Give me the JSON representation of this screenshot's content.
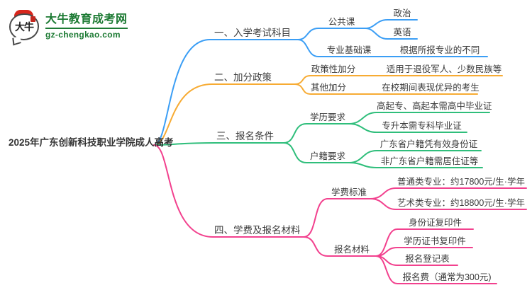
{
  "site": {
    "logo_glyph": "大牛",
    "name": "大牛教育成考网",
    "domain": "gz-chengkao.com",
    "brand_green": "#1c7a33",
    "brand_red": "#d8261c"
  },
  "mindmap": {
    "root": {
      "label": "2025年广东创新科技职业学院成人高考"
    },
    "branches": [
      {
        "label": "一、入学考试科目",
        "color": "#3b9ef5",
        "children": [
          {
            "label": "公共课",
            "children": [
              {
                "label": "政治"
              },
              {
                "label": "英语"
              }
            ]
          },
          {
            "label": "专业基础课",
            "children": [
              {
                "label": "根据所报专业的不同"
              }
            ]
          }
        ]
      },
      {
        "label": "二、加分政策",
        "color": "#f7ab33",
        "children": [
          {
            "label": "政策性加分",
            "children": [
              {
                "label": "适用于退役军人、少数民族等"
              }
            ]
          },
          {
            "label": "其他加分",
            "children": [
              {
                "label": "在校期间表现优异的考生"
              }
            ]
          }
        ]
      },
      {
        "label": "三、报名条件",
        "color": "#2fbe7b",
        "children": [
          {
            "label": "学历要求",
            "children": [
              {
                "label": "高起专、高起本需高中毕业证"
              },
              {
                "label": "专升本需专科毕业证"
              }
            ]
          },
          {
            "label": "户籍要求",
            "children": [
              {
                "label": "广东省户籍凭有效身份证"
              },
              {
                "label": "非广东省户籍需居住证等"
              }
            ]
          }
        ]
      },
      {
        "label": "四、学费及报名材料",
        "color": "#f2418e",
        "children": [
          {
            "label": "学费标准",
            "children": [
              {
                "label": "普通类专业：约17800元/生·学年"
              },
              {
                "label": "艺术类专业：约18800元/生·学年"
              }
            ]
          },
          {
            "label": "报名材料",
            "children": [
              {
                "label": "身份证复印件"
              },
              {
                "label": "学历证书复印件"
              },
              {
                "label": "报名登记表"
              },
              {
                "label": "报名费（通常为300元)"
              }
            ]
          }
        ]
      }
    ]
  }
}
